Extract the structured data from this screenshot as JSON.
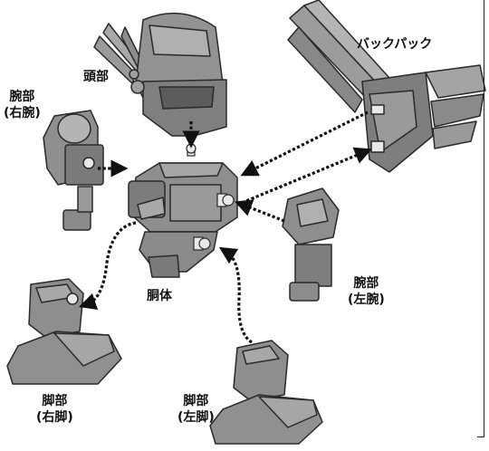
{
  "labels": {
    "head": "頭部",
    "backpack": "バックパック",
    "right_arm": [
      "腕部",
      "(右腕)"
    ],
    "left_arm": [
      "腕部",
      "(左腕)"
    ],
    "body": "胴体",
    "right_leg": [
      "脚部",
      "(右脚)"
    ],
    "left_leg": [
      "脚部",
      "(左脚)"
    ]
  },
  "colors": {
    "part_fill": "#8e8e8e",
    "part_dark": "#5c5c5c",
    "part_light": "#b8b8b8",
    "outline": "#2a2a2a",
    "arrow": "#111111",
    "peg": "#e8e8e8"
  }
}
